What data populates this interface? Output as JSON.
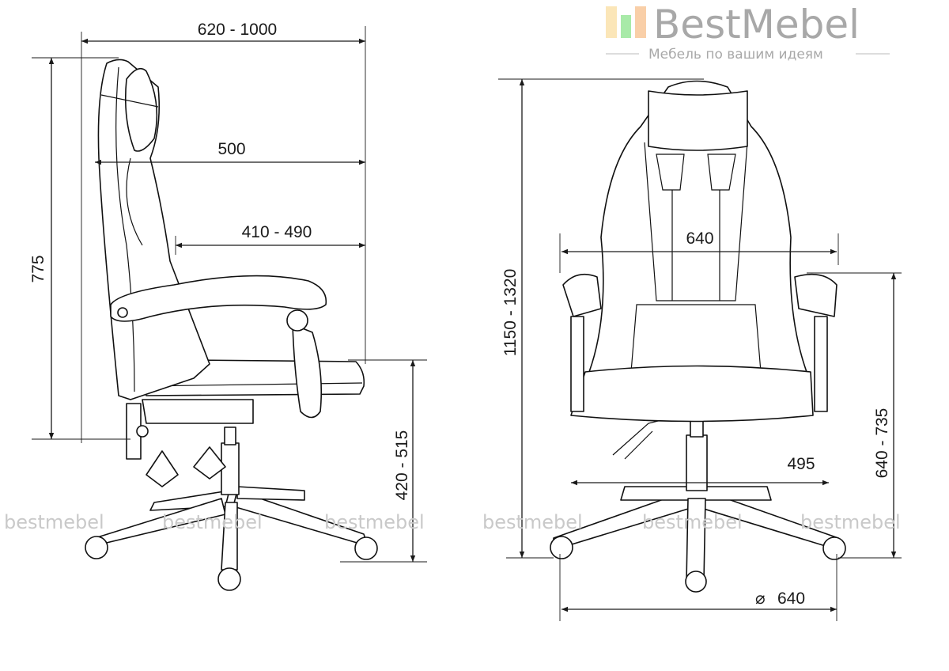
{
  "brand": {
    "name": "BestMebel",
    "tagline": "Мебель по вашим идеям",
    "colors": {
      "bar1": "#fbe6b8",
      "bar2": "#a8eaa8",
      "bar3": "#f9cfa8",
      "text": "#a8a8a8"
    }
  },
  "watermarks": [
    "bestmebel",
    "bestmebel",
    "bestmebel",
    "bestmebel",
    "bestmebel",
    "bestmebel"
  ],
  "side_view": {
    "overall_depth": "620 - 1000",
    "seat_depth": "500",
    "seat_depth_adjust": "410 - 490",
    "backrest_height": "775",
    "seat_height": "420 - 515"
  },
  "front_view": {
    "overall_height": "1150 - 1320",
    "width": "640",
    "armrest_height": "640 - 735",
    "seat_width": "495",
    "base_diameter_symbol": "⌀",
    "base_diameter": "640"
  }
}
